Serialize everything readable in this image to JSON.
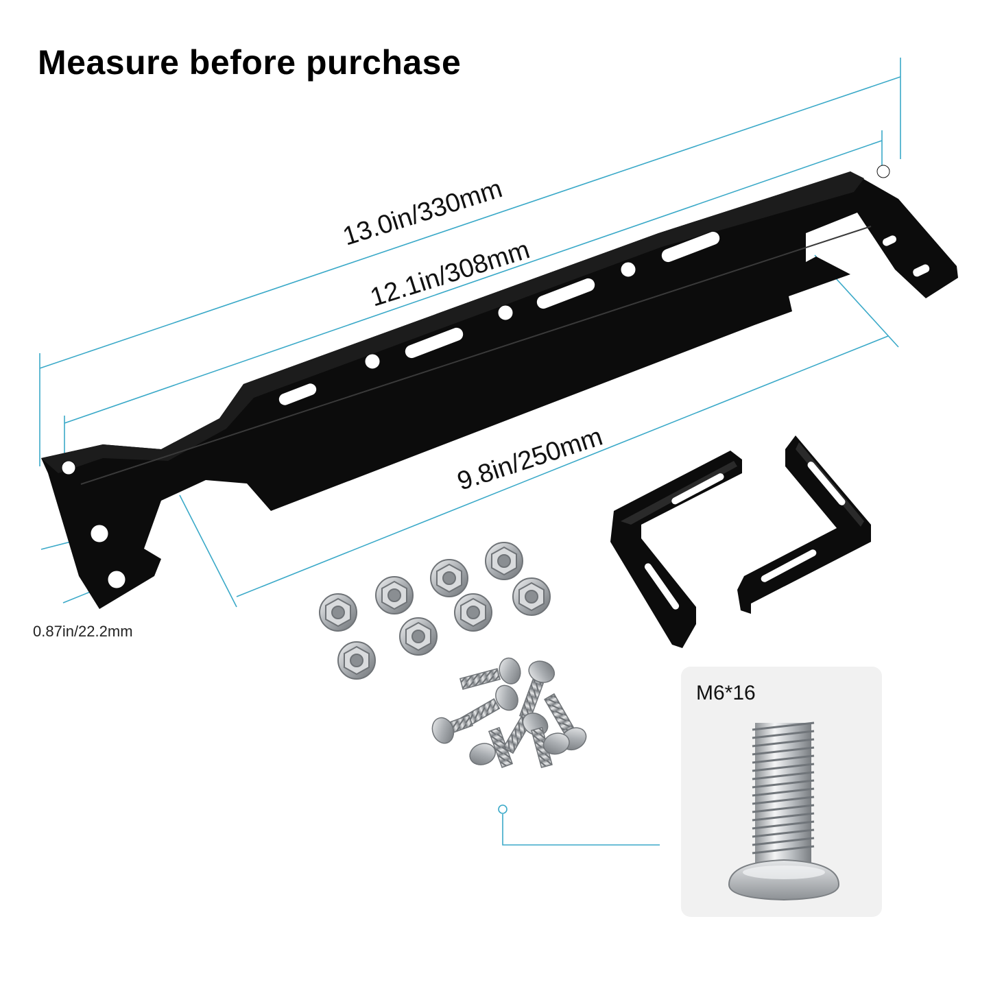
{
  "header": {
    "title": "Measure before purchase"
  },
  "dimensions": {
    "overall_length": "13.0in/330mm",
    "hole_spacing": "12.1in/308mm",
    "cutout_span": "9.8in/250mm",
    "side_hole_spacing": "0.87in/22.2mm"
  },
  "bolt_detail": {
    "label": "M6*16"
  },
  "colors": {
    "dimension_line": "#3aa9c8",
    "bracket": "#0c0c0c",
    "hardware": "#b9bcbf",
    "panel": "#f1f1f1"
  }
}
